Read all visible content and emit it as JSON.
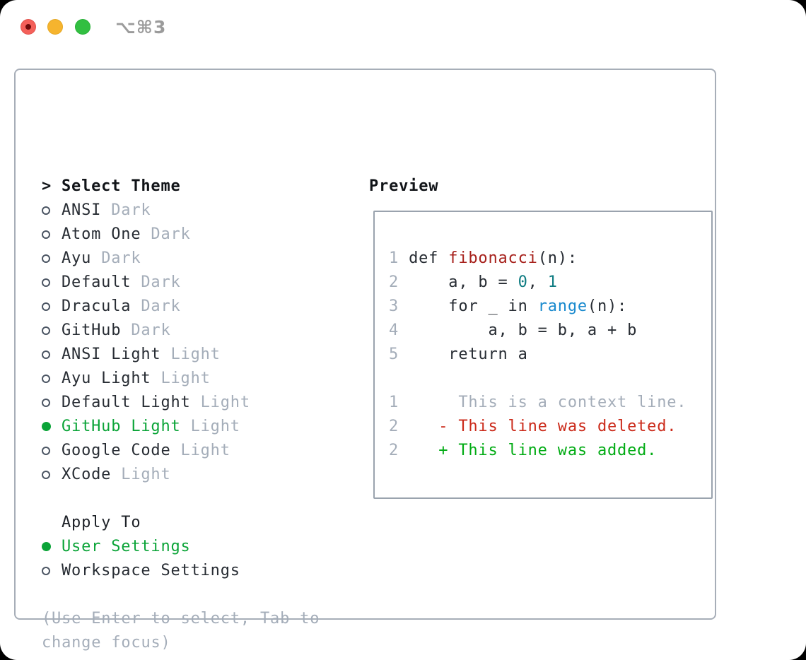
{
  "window": {
    "shortcut_label": "⌥⌘3",
    "traffic_lights": [
      {
        "name": "close",
        "color": "#f4605a"
      },
      {
        "name": "minimize",
        "color": "#f6b42e"
      },
      {
        "name": "zoom",
        "color": "#32bf41"
      }
    ]
  },
  "theme_picker": {
    "prompt_char": ">",
    "title": "Select Theme",
    "themes": [
      {
        "name": "ANSI",
        "variant": "Dark",
        "selected": false
      },
      {
        "name": "Atom One",
        "variant": "Dark",
        "selected": false
      },
      {
        "name": "Ayu",
        "variant": "Dark",
        "selected": false
      },
      {
        "name": "Default",
        "variant": "Dark",
        "selected": false
      },
      {
        "name": "Dracula",
        "variant": "Dark",
        "selected": false
      },
      {
        "name": "GitHub",
        "variant": "Dark",
        "selected": false
      },
      {
        "name": "ANSI Light",
        "variant": "Light",
        "selected": false
      },
      {
        "name": "Ayu Light",
        "variant": "Light",
        "selected": false
      },
      {
        "name": "Default Light",
        "variant": "Light",
        "selected": false
      },
      {
        "name": "GitHub Light",
        "variant": "Light",
        "selected": true
      },
      {
        "name": "Google Code",
        "variant": "Light",
        "selected": false
      },
      {
        "name": "XCode",
        "variant": "Light",
        "selected": false
      }
    ],
    "apply_to": {
      "title": "Apply To",
      "options": [
        {
          "name": "User Settings",
          "selected": true
        },
        {
          "name": "Workspace Settings",
          "selected": false
        }
      ]
    },
    "hint_lines": [
      "(Use Enter to select, Tab to",
      "change focus)"
    ]
  },
  "preview": {
    "title": "Preview",
    "code_lines": [
      {
        "num": "1",
        "segments": [
          {
            "text": " def ",
            "color": "fg"
          },
          {
            "text": "fibonacci",
            "color": "func"
          },
          {
            "text": "(n):",
            "color": "fg"
          }
        ]
      },
      {
        "num": "2",
        "segments": [
          {
            "text": "     a, b = ",
            "color": "fg"
          },
          {
            "text": "0",
            "color": "num"
          },
          {
            "text": ", ",
            "color": "fg"
          },
          {
            "text": "1",
            "color": "num"
          }
        ]
      },
      {
        "num": "3",
        "segments": [
          {
            "text": "     for _ in ",
            "color": "fg"
          },
          {
            "text": "range",
            "color": "builtin"
          },
          {
            "text": "(n):",
            "color": "fg"
          }
        ]
      },
      {
        "num": "4",
        "segments": [
          {
            "text": "         a, b = b, a + b",
            "color": "fg"
          }
        ]
      },
      {
        "num": "5",
        "segments": [
          {
            "text": "     return a",
            "color": "fg"
          }
        ]
      },
      {
        "num": "",
        "segments": [
          {
            "text": "",
            "color": "fg"
          }
        ]
      },
      {
        "num": "1",
        "segments": [
          {
            "text": "      This is a context line.",
            "color": "muted"
          }
        ]
      },
      {
        "num": "2",
        "segments": [
          {
            "text": "    - This line was deleted.",
            "color": "del"
          }
        ]
      },
      {
        "num": "2",
        "segments": [
          {
            "text": "    + This line was added.",
            "color": "add"
          }
        ]
      }
    ]
  },
  "colors": {
    "selection_green": "#0ba438",
    "diff_added_green": "#00ab13",
    "diff_deleted_red": "#cb2a1a",
    "function_red": "#a7211c",
    "number_teal": "#0e7b81",
    "builtin_blue": "#1a8ace",
    "muted_gray": "#a4adb9",
    "foreground": "#272c33",
    "panel_border": "#a7aeb8"
  }
}
